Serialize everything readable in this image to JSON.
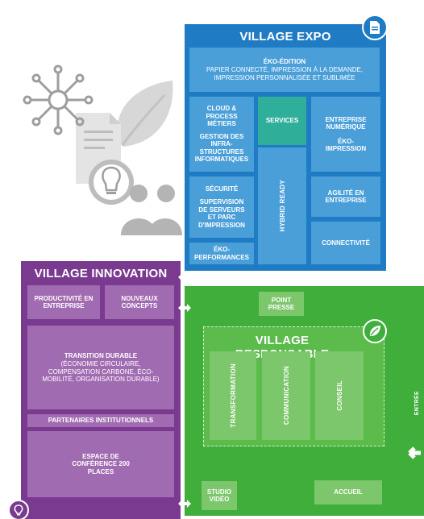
{
  "expo": {
    "title": "VILLAGE EXPO",
    "eko_edition_title": "ÉKO-ÉDITION",
    "eko_edition_text": "PAPIER CONNECTÉ, IMPRESSION À LA DEMANDE, IMPRESSION PERSONNALISÉE ET SUBLIMÉE",
    "cloud": "CLOUD & PROCESS MÉTIERS",
    "gestion": "GESTION DES INFRA-STRUCTURES INFORMATIQUES",
    "services": "SERVICES",
    "hybrid": "HYBRID READY",
    "entreprise_numerique": "ENTREPRISE NUMÉRIQUE",
    "eko_impression": "ÉKO-IMPRESSION",
    "securite": "SÉCURITÉ",
    "supervision": "SUPERVISION DE SERVEURS ET PARC D'IMPRESSION",
    "agilite": "AGILITÉ EN ENTREPRISE",
    "connectivite": "CONNECTIVITÉ",
    "eko_performances": "ÉKO-PERFORMANCES"
  },
  "innovation": {
    "title": "VILLAGE INNOVATION",
    "productivite": "PRODUCTIVITÉ EN ENTREPRISE",
    "nouveaux": "NOUVEAUX CONCEPTS",
    "transition_title": "TRANSITION DURABLE",
    "transition_text": "(ÉCONOMIE CIRCULAIRE, COMPENSATION CARBONE, ÉCO-MOBILITÉ, ORGANISATION DURABLE)",
    "partenaires": "PARTENAIRES INSTITUTIONNELS",
    "conference": "ESPACE DE CONFÉRENCE 200 PLACES"
  },
  "responsable": {
    "title": "VILLAGE RESPONSABLE",
    "transformation": "TRANSFORMATION",
    "communication": "COMMUNICATION",
    "conseil": "CONSEIL",
    "point_presse": "POINT PRESSE",
    "studio": "STUDIO VIDÉO",
    "accueil": "ACCUEIL",
    "entree": "ENTRÉE"
  },
  "colors": {
    "expo_bg": "#1f7bc4",
    "expo_box": "#4a9fd9",
    "services": "#2fae9a",
    "innovation_bg": "#7a3a8f",
    "innovation_box": "#a16bb1",
    "responsable_bg": "#3fae3a",
    "responsable_box": "#7cc66b"
  },
  "icons": {
    "network": "network-icon",
    "document": "document-icon",
    "bulb": "lightbulb-icon",
    "leaf": "leaf-icon",
    "people": "people-icon"
  }
}
